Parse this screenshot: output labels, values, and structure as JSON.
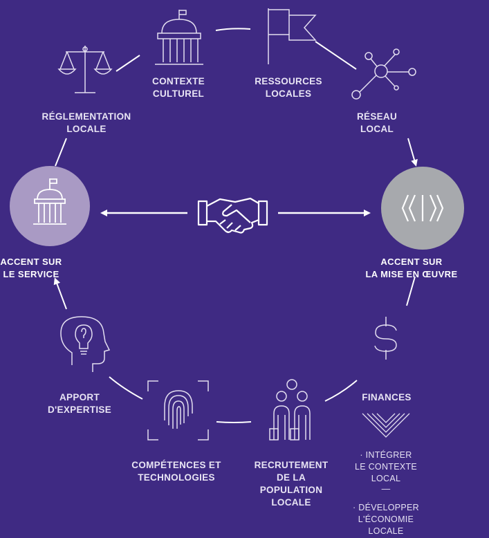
{
  "diagram": {
    "center": {
      "left_node": "ACCENT SUR\nLE SERVICE",
      "right_node": "ACCENT SUR\nLA MISE EN ŒUVRE",
      "center_icon": "handshake-icon",
      "left_icon": "government-building-icon",
      "right_icon": "code-brackets-icon"
    },
    "nodes": {
      "reglementation": "RÉGLEMENTATION\nLOCALE",
      "contexte": "CONTEXTE\nCULTUREL",
      "ressources": "RESSOURCES\nLOCALES",
      "reseau": "RÉSEAU\nLOCAL",
      "finances": "FINANCES",
      "recrutement": "RECRUTEMENT\nDE LA\nPOPULATION\nLOCALE",
      "competences": "COMPÉTENCES ET\nTECHNOLOGIES",
      "expertise": "APPORT\nD'EXPERTISE"
    },
    "notes": {
      "integrer": "· INTÉGRER\nLE CONTEXTE\nLOCAL",
      "separator": "—",
      "developper": "· DÉVELOPPER\nL'ÉCONOMIE\nLOCALE"
    },
    "icons": [
      "scales-icon",
      "building-icon",
      "flag-icon",
      "network-icon",
      "dollar-icon",
      "people-icon",
      "fingerprint-icon",
      "head-lightbulb-icon",
      "chevrons-down-icon"
    ],
    "colors": {
      "background": "#3f2a83",
      "left_circle": "#a99ac4",
      "right_circle": "#a7a9ad",
      "line": "#ffffff"
    }
  }
}
